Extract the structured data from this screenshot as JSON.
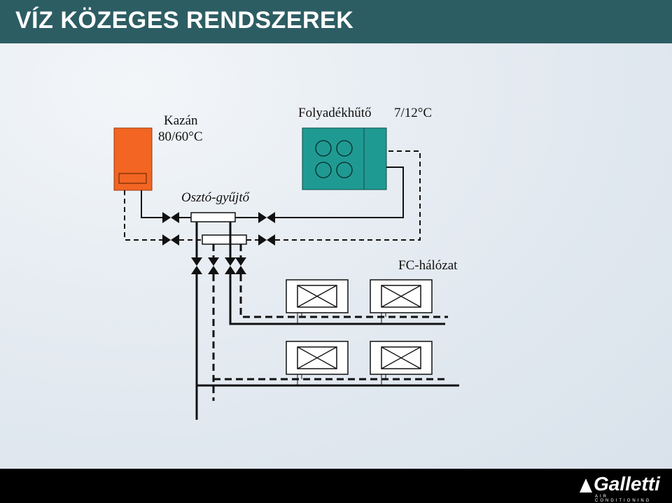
{
  "header": {
    "title": "VÍZ KÖZEGES RENDSZEREK"
  },
  "labels": {
    "boiler_name": "Kazán",
    "boiler_temp": "80/60°C",
    "chiller": "Folyadékhűtő",
    "chiller_temp": "7/12°C",
    "manifold": "Osztó-gyűjtő",
    "fc_network": "FC-hálózat"
  },
  "colors": {
    "header_bg": "#2c5d63",
    "boiler": "#f26522",
    "chiller": "#1f9a92"
  },
  "footer": {
    "brand": "Galletti",
    "tagline": "AIR CONDITIONING"
  }
}
